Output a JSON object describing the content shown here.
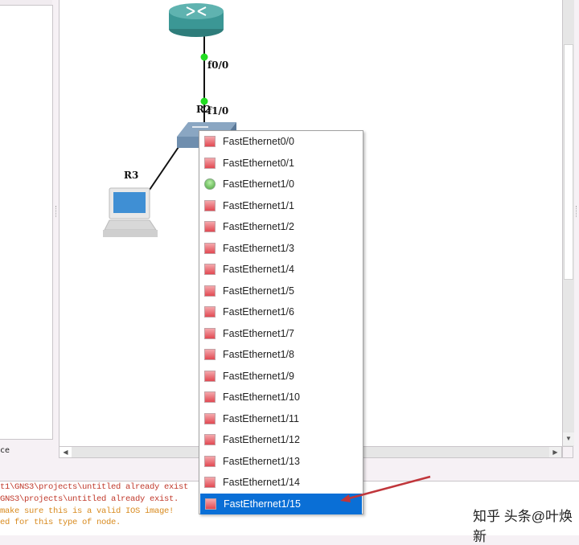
{
  "left_panel": {
    "partial_text": "ce"
  },
  "topology": {
    "nodes": [
      {
        "name": "router",
        "label": ""
      },
      {
        "name": "switch",
        "label": "R2"
      },
      {
        "name": "laptop",
        "label": "R3"
      }
    ],
    "interfaces": {
      "router_port": "f0/0",
      "switch_port": "f1/0"
    }
  },
  "context_menu": {
    "items": [
      {
        "label": "FastEthernet0/0",
        "status": "down"
      },
      {
        "label": "FastEthernet0/1",
        "status": "down"
      },
      {
        "label": "FastEthernet1/0",
        "status": "up"
      },
      {
        "label": "FastEthernet1/1",
        "status": "down"
      },
      {
        "label": "FastEthernet1/2",
        "status": "down"
      },
      {
        "label": "FastEthernet1/3",
        "status": "down"
      },
      {
        "label": "FastEthernet1/4",
        "status": "down"
      },
      {
        "label": "FastEthernet1/5",
        "status": "down"
      },
      {
        "label": "FastEthernet1/6",
        "status": "down"
      },
      {
        "label": "FastEthernet1/7",
        "status": "down"
      },
      {
        "label": "FastEthernet1/8",
        "status": "down"
      },
      {
        "label": "FastEthernet1/9",
        "status": "down"
      },
      {
        "label": "FastEthernet1/10",
        "status": "down"
      },
      {
        "label": "FastEthernet1/11",
        "status": "down"
      },
      {
        "label": "FastEthernet1/12",
        "status": "down"
      },
      {
        "label": "FastEthernet1/13",
        "status": "down"
      },
      {
        "label": "FastEthernet1/14",
        "status": "down"
      },
      {
        "label": "FastEthernet1/15",
        "status": "down",
        "selected": true
      }
    ]
  },
  "console": {
    "lines": [
      {
        "text": "t1\\GNS3\\projects\\untitled already exist",
        "level": "error"
      },
      {
        "text": "GNS3\\projects\\untitled already exist.",
        "level": "error"
      },
      {
        "text": "make sure this is a valid IOS image!",
        "level": "warning"
      },
      {
        "text": "ed for this type of node.",
        "level": "warning"
      }
    ]
  },
  "watermark": "知乎 头条@叶焕新",
  "colors": {
    "selection": "#0a6fd6",
    "link_up": "#22dd22",
    "error": "#c0392b",
    "warning": "#d88a1e",
    "annotation_arrow": "#c0363b"
  }
}
